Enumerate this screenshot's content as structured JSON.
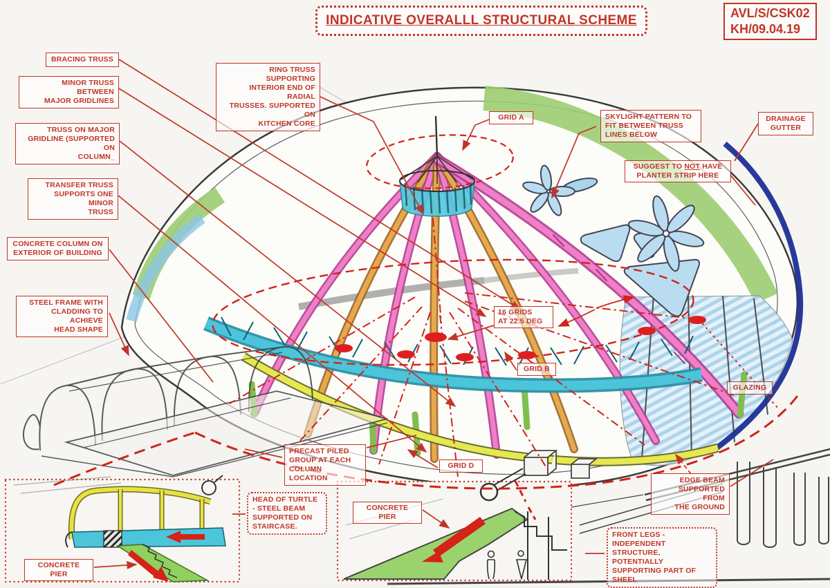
{
  "header": {
    "title": "INDICATIVE OVERALLL STRUCTURAL SCHEME",
    "doc_ref_line1": "AVL/S/CSK02",
    "doc_ref_line2": "KH/09.04.19"
  },
  "colors": {
    "annotation_red": "#c13527",
    "grid_red": "#cf241b",
    "truss_pink": "#ef7fc6",
    "truss_orange": "#e8a84e",
    "ring_truss_cyan": "#4cc4da",
    "planter_green": "#9ccd72",
    "edge_beam_yellow": "#e6e852",
    "drainage_navy": "#1b2f96",
    "glazing_blue": "#a9d2ec"
  },
  "annotations": {
    "bracing_truss": "BRACING TRUSS",
    "minor_truss": "MINOR TRUSS BETWEEN\nMAJOR GRIDLINES",
    "truss_major_gridline": "TRUSS ON MAJOR\nGRIDLINE (SUPPORTED ON\nCOLUMN_",
    "transfer_truss": "TRANSFER TRUSS\nSUPPORTS ONE MINOR\nTRUSS",
    "ring_truss": "RING TRUSS SUPPORTING\nINTERIOR END OF RADIAL\nTRUSSES. SUPPORTED ON\nKITCHEN CORE",
    "grid_a": "GRID A",
    "skylight_pattern": "SKYLIGHT PATTERN TO\nFIT BETWEEN TRUSS\nLINES BELOW",
    "drainage_gutter": "DRAINAGE\nGUTTER",
    "suggest": {
      "pre": "SUGGEST TO ",
      "not": "NOT",
      "post": " HAVE",
      "line2": "PLANTER STRIP HERE"
    },
    "concrete_column": "CONCRETE COLUMN ON\nEXTERIOR OF BUILDING",
    "steel_frame": "STEEL FRAME WITH\nCLADDING TO ACHIEVE\nHEAD SHAPE",
    "grids_16": "16 GRIDS\nAT 22.5 DEG",
    "grid_b": "GRID B",
    "glazing": "GLAZING",
    "precast_piled": "PRECAST PILED\nGROUP AT EACH\nCOLUMN LOCATION",
    "grid_d": "GRID D",
    "edge_beam": "EDGE BEAM\nSUPPORTED FROM\nTHE GROUND",
    "head_of_turtle": "HEAD OF TURTLE\n- STEEL BEAM\nSUPPORTED ON\nSTAIRCASE.",
    "concrete_pier_left": "CONCRETE PIER",
    "concrete_pier_mid": "CONCRETE PIER",
    "front_legs": "FRONT LEGS -\nINDEPENDENT\nSTRUCTURE, POTENTIALLY\nSUPPORTING PART OF\nSHEEL"
  }
}
